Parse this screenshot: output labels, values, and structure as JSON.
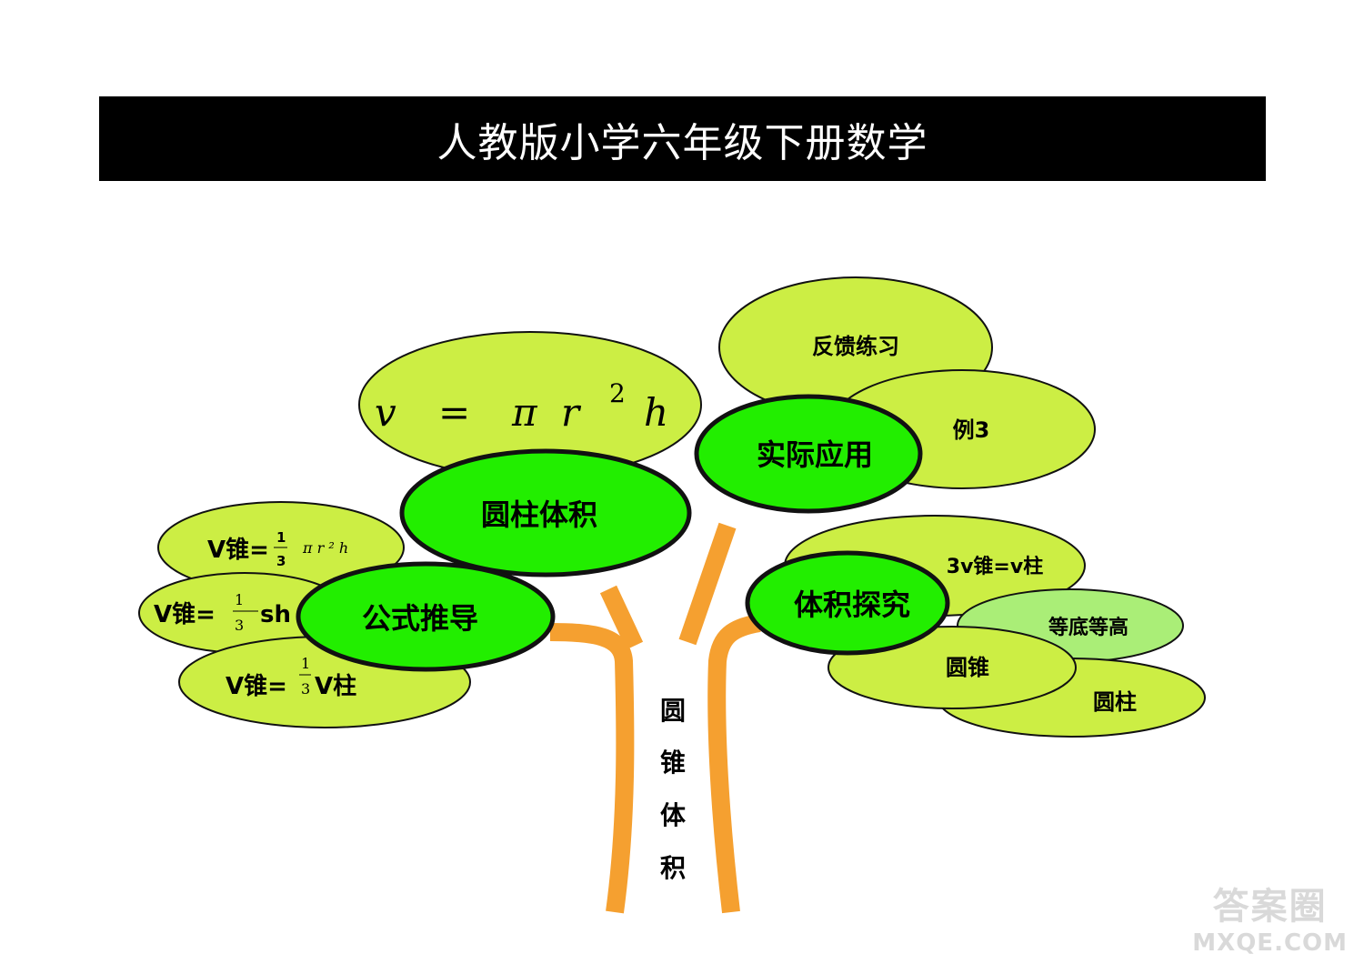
{
  "title": "人教版小学六年级下册数学",
  "trunk_label": [
    "圆",
    "锥",
    "体",
    "积"
  ],
  "branches": {
    "cylinder_volume": {
      "label": "圆柱体积",
      "formula": {
        "v": "v",
        "eq": "=",
        "pi": "π",
        "r": "r",
        "exp": "2",
        "h": "h"
      }
    },
    "application": {
      "label": "实际应用",
      "leaves": [
        "反馈练习",
        "例3"
      ]
    },
    "derivation": {
      "label": "公式推导",
      "leaves": {
        "formula1": {
          "lhs": "V锥=",
          "num": "1",
          "den": "3",
          "rest": "π r ² h"
        },
        "formula2": {
          "lhs": "V锥=",
          "num": "1",
          "den": "3",
          "rest": "sh"
        },
        "formula3": {
          "lhs": "V锥=",
          "num": "1",
          "den": "3",
          "rest": "V柱"
        }
      }
    },
    "exploration": {
      "label": "体积探究",
      "leaves": [
        "3v锥=v柱",
        "等底等高",
        "圆锥",
        "圆柱"
      ]
    }
  },
  "colors": {
    "leaf": "#ccee44",
    "leaf_light": "#aaee77",
    "node": "#22ee00",
    "trunk": "#f5a030",
    "title_bar": "#000000"
  },
  "watermark": {
    "cn": "答案圈",
    "en": "MXQE.COM"
  }
}
